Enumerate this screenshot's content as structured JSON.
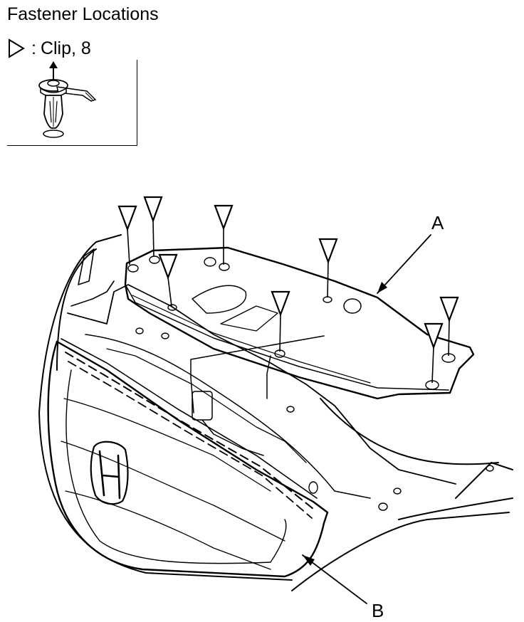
{
  "title": "Fastener Locations",
  "legend": {
    "symbol": "triangle-pointer-icon",
    "separator": ":",
    "text": "Clip, 8"
  },
  "labels": {
    "a": "A",
    "b": "B"
  }
}
